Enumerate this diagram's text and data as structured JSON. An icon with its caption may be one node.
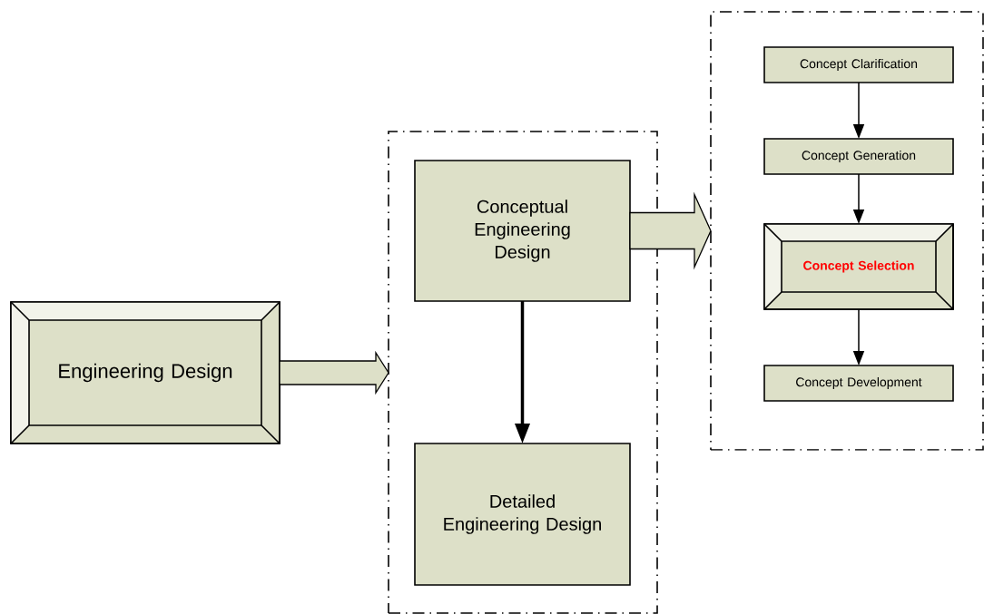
{
  "diagram": {
    "nodes": [
      {
        "text": [
          "Engineering Design"
        ]
      },
      {
        "text": [],
        "shape": "box"
      },
      {
        "text": [
          "Conceptual Engineering Design"
        ],
        "in": 1
      },
      {
        "text": [
          "Detailed Engineering Design"
        ],
        "in": 1
      },
      {
        "text": [],
        "shape": "box"
      },
      {
        "text": [
          "Concept Clarification"
        ],
        "in": 4
      },
      {
        "text": [
          "Concept Generation"
        ],
        "in": 4
      },
      {
        "text": [
          "Concept Selection"
        ],
        "in": 4
      },
      {
        "text": [
          "Concept Development"
        ],
        "in": 4
      }
    ],
    "edges": [
      {
        "from": 0,
        "to": 1,
        "arrow": "to"
      },
      {
        "from": 2,
        "to": 4,
        "arrow": "to"
      },
      {
        "from": 2,
        "to": 3,
        "arrow": "to",
        "style": "thick"
      },
      {
        "from": 5,
        "to": 6,
        "arrow": "to"
      },
      {
        "from": 6,
        "to": 7,
        "arrow": "to"
      },
      {
        "from": 7,
        "to": 8,
        "arrow": "to"
      }
    ]
  }
}
